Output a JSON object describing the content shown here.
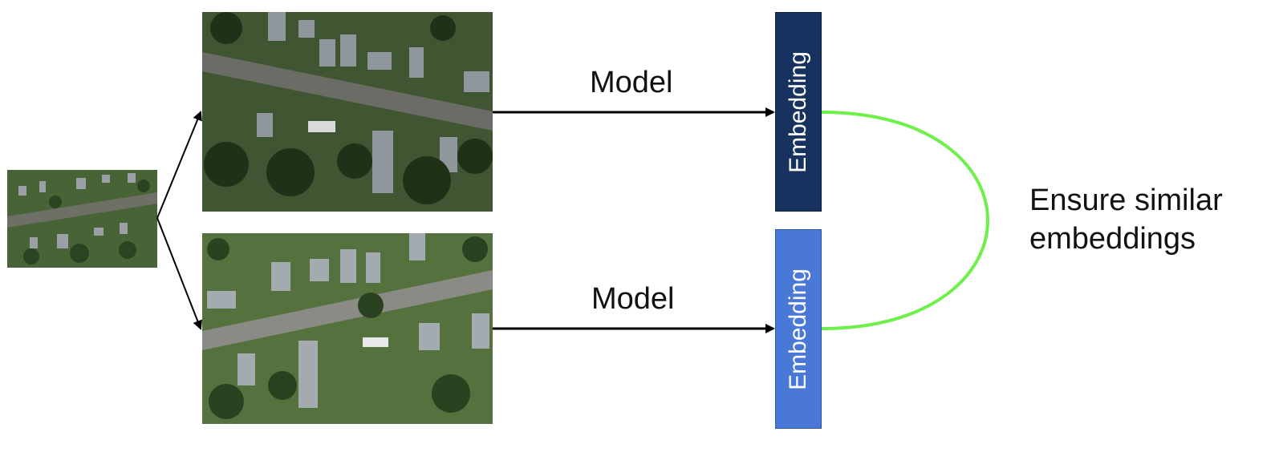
{
  "labels": {
    "model_top": "Model",
    "model_bottom": "Model",
    "embedding_top": "Embedding",
    "embedding_bottom": "Embedding",
    "caption_line1": "Ensure similar",
    "caption_line2": "embeddings"
  },
  "colors": {
    "embedding_top_fill": "#17325e",
    "embedding_bottom_fill": "#4a78d6",
    "similarity_curve": "#6df04a",
    "arrow": "#000000"
  },
  "images": {
    "source": "aerial-photo-residential-street",
    "view_a": "aerial-photo-augmented-crop-a",
    "view_b": "aerial-photo-augmented-crop-b"
  }
}
